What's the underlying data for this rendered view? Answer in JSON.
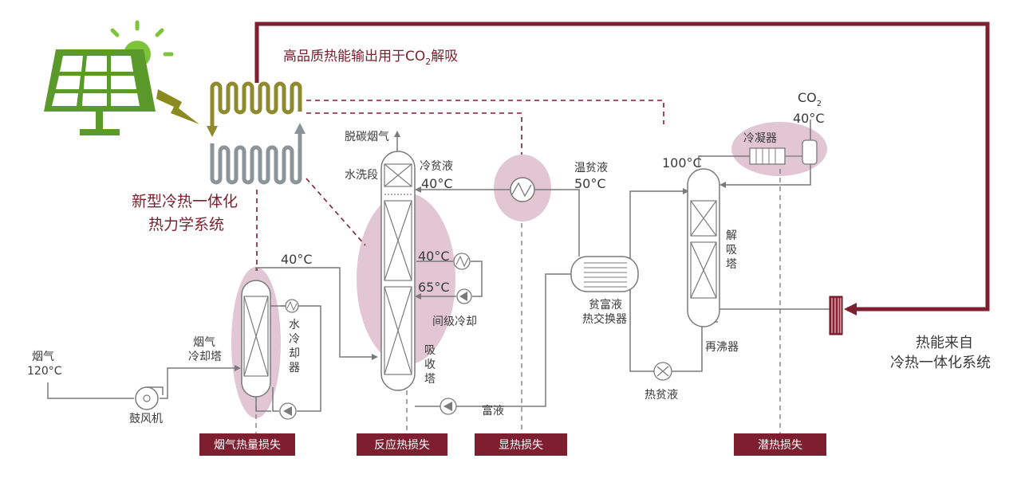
{
  "colors": {
    "maroon": "#7d1f2e",
    "pink": "#e3c6d3",
    "green": "#5a9a2a",
    "olive": "#8f8a2e",
    "steel": "#8a9499",
    "gray": "#7a7a7a",
    "sun": "#7ec43a",
    "bolt": "#8a8a1e"
  },
  "labels": {
    "top_line_pre": "高品质热能输出用于CO",
    "top_line_sub": "2",
    "top_line_post": "解吸",
    "system_line1": "新型冷热一体化",
    "system_line2": "热力学系统",
    "flue_gas": "烟气",
    "flue_temp": "120°C",
    "blower": "鼓风机",
    "cool_tower_1": "烟气",
    "cool_tower_2": "冷却塔",
    "water_cooler": [
      "水",
      "冷",
      "却",
      "器"
    ],
    "temp_40_a": "40°C",
    "decarb_gas": "脱碳烟气",
    "water_wash": "水洗段",
    "cold_lean": "冷贫液",
    "temp_40_b": "40°C",
    "temp_40_c": "40°C",
    "temp_65": "65°C",
    "intercool": "间级冷却",
    "absorber": [
      "吸",
      "收",
      "塔"
    ],
    "rich": "富液",
    "warm_lean": "温贫液",
    "temp_50": "50°C",
    "hx_1": "贫富液",
    "hx_2": "热交换器",
    "temp_100": "100°C",
    "co2_pre": "CO",
    "co2_sub": "2",
    "temp_40_d": "40°C",
    "condenser": "冷凝器",
    "desorber": [
      "解",
      "吸",
      "塔"
    ],
    "reboiler": "再沸器",
    "hot_lean": "热贫液",
    "heat_from_1": "热能来自",
    "heat_from_2": "冷热一体化系统"
  },
  "loss_tags": [
    "烟气热量损失",
    "反应热损失",
    "显热损失",
    "潜热损失"
  ]
}
